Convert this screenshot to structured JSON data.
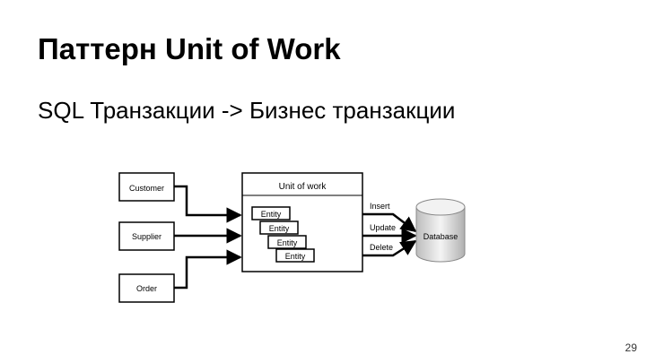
{
  "slide": {
    "title": "Паттерн Unit of Work",
    "subtitle": "SQL Транзакции -> Бизнес транзакции",
    "page_number": "29"
  },
  "diagram": {
    "sources": [
      "Customer",
      "Supplier",
      "Order"
    ],
    "unit_of_work_label": "Unit of work",
    "entities": [
      "Entity",
      "Entity",
      "Entity",
      "Entity"
    ],
    "operations": [
      "Insert",
      "Update",
      "Delete"
    ],
    "database_label": "Database"
  }
}
